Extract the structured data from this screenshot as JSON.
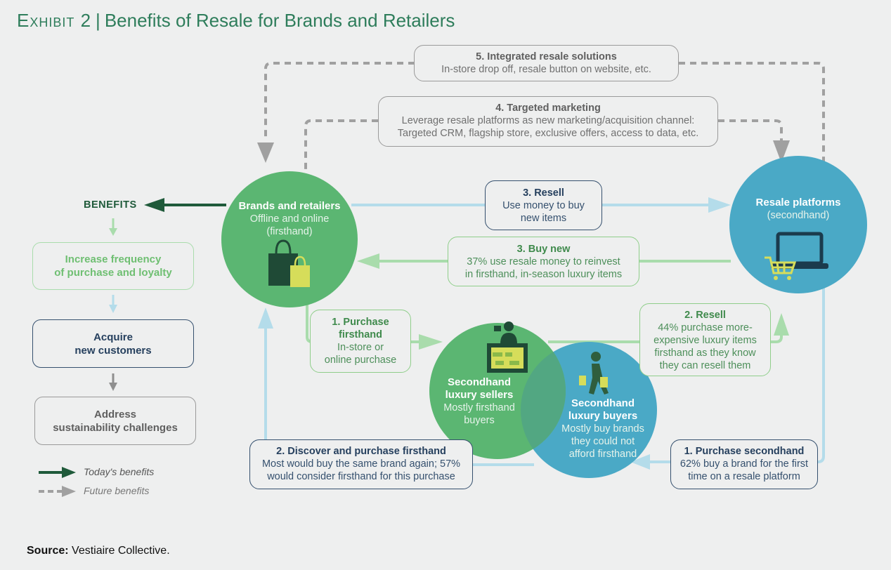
{
  "title": {
    "exhibit": "Exhibit 2",
    "separator": "|",
    "text": "Benefits of Resale for Brands and Retailers"
  },
  "nodes": {
    "brands": {
      "title": "Brands and retailers",
      "line1": "Offline and online",
      "line2": "(firsthand)"
    },
    "platforms": {
      "title": "Resale platforms",
      "subtitle": "(secondhand)"
    },
    "sellers": {
      "title_line1": "Secondhand",
      "title_line2": "luxury sellers",
      "line1": "Mostly firsthand",
      "line2": "buyers"
    },
    "buyers": {
      "title_line1": "Secondhand",
      "title_line2": "luxury buyers",
      "line1": "Mostly buy brands",
      "line2": "they could not",
      "line3": "afford firsthand"
    }
  },
  "flows": {
    "integrated": {
      "title": "5. Integrated resale solutions",
      "line1": "In-store drop off, resale button on website, etc."
    },
    "targeted": {
      "title": "4. Targeted marketing",
      "line1": "Leverage resale platforms as new marketing/acquisition channel:",
      "line2": "Targeted CRM, flagship store, exclusive offers, access to data, etc."
    },
    "resell3": {
      "title": "3. Resell",
      "line1": "Use money to buy",
      "line2": "new items"
    },
    "buynew": {
      "title": "3. Buy new",
      "line1": "37% use resale money to reinvest",
      "line2": "in firsthand, in-season luxury items"
    },
    "purchase1": {
      "title_line1": "1. Purchase",
      "title_line2": "firsthand",
      "line1": "In-store or",
      "line2": "online purchase"
    },
    "resell2": {
      "title": "2. Resell",
      "line1": "44% purchase more-",
      "line2": "expensive luxury items",
      "line3": "firsthand as they know",
      "line4": "they can resell them"
    },
    "discover": {
      "title": "2. Discover and purchase firsthand",
      "line1": "Most would buy the same brand again; 57%",
      "line2": "would consider firsthand for this purchase"
    },
    "purchase_second": {
      "title": "1. Purchase secondhand",
      "line1": "62% buy a brand for the first",
      "line2": "time on a resale platform"
    }
  },
  "benefits": {
    "label": "BENEFITS",
    "items": [
      {
        "line1": "Increase frequency",
        "line2": "of purchase and loyalty"
      },
      {
        "line1": "Acquire",
        "line2": "new customers"
      },
      {
        "line1": "Address",
        "line2": "sustainability challenges"
      }
    ]
  },
  "legend": {
    "today": "Today's benefits",
    "future": "Future benefits"
  },
  "source": {
    "label": "Source:",
    "text": "Vestiaire Collective."
  },
  "colors": {
    "title": "#2e7d5b",
    "brands_circle": "#5bb672",
    "sellers_circle": "#5bb672",
    "platforms_circle": "#4aa9c6",
    "buyers_circle": "#4aa9c6",
    "dark_green": "#1f5a3a",
    "light_green_arrow": "#a9dcac",
    "light_blue_arrow": "#b4dcea",
    "gray_dashed": "#9a9a9a",
    "navy_text": "#35506e"
  }
}
